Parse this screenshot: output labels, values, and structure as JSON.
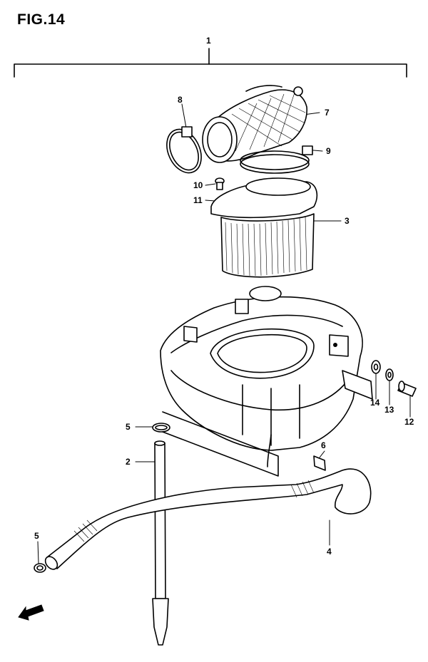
{
  "figure_title": "FIG.14",
  "fwd_label": "FWD",
  "callouts": {
    "c1": "1",
    "c2": "2",
    "c3": "3",
    "c4": "4",
    "c5a": "5",
    "c5b": "5",
    "c6": "6",
    "c7": "7",
    "c8": "8",
    "c9": "9",
    "c10": "10",
    "c11": "11",
    "c12": "12",
    "c13": "13",
    "c14": "14"
  }
}
